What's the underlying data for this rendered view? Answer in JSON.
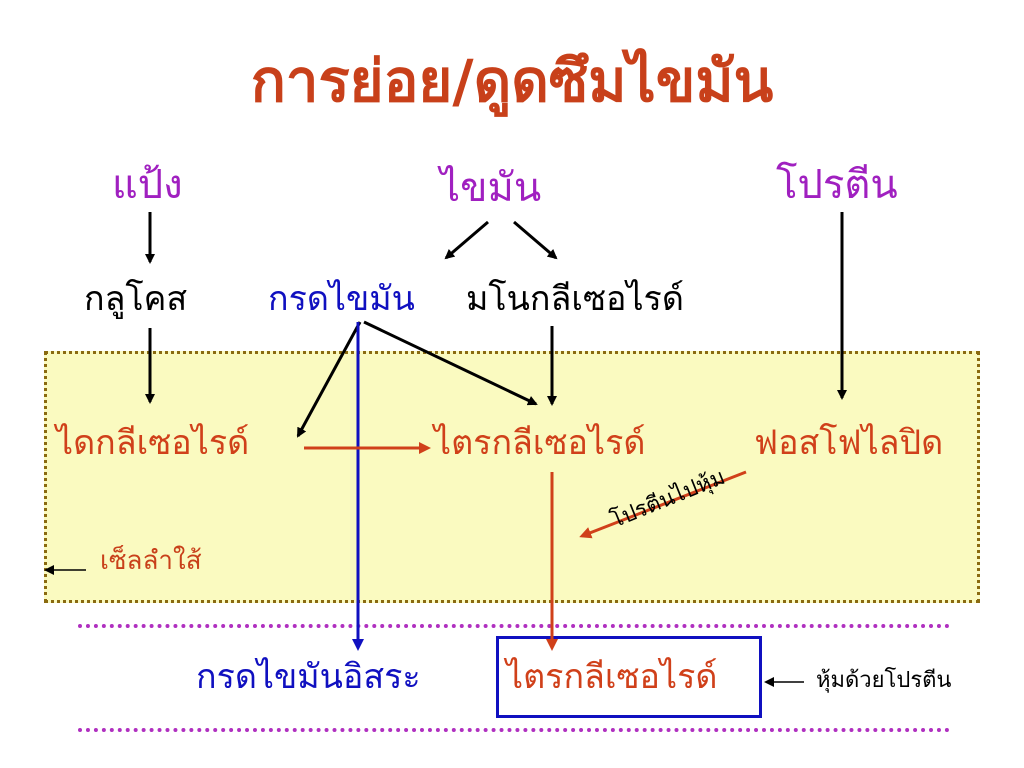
{
  "title": "การย่อย/ดูดซึมไขมัน",
  "sources": {
    "starch": "แป้ง",
    "fat": "ไขมัน",
    "protein": "โปรตีน"
  },
  "digestion_products": {
    "glucose": "กลูโคส",
    "fatty_acid": "กรดไขมัน",
    "monoglyceride": "มโนกลีเซอไรด์"
  },
  "intestinal_cell": {
    "diglyceride": "ไดกลีเซอไรด์",
    "triglyceride": "ไตรกลีเซอไรด์",
    "phospholipid": "ฟอสโฟไลปิด",
    "protein_coat_label": "โปรตีนไปหุ้ม",
    "cell_label": "เซ็ลลำใส้"
  },
  "output": {
    "free_fatty_acid": "กรดไขมันอิสระ",
    "triglyceride": "ไตรกลีเซอไรด์",
    "coat_note": "หุ้มด้วยโปรตีน"
  },
  "colors": {
    "title": "#c8401a",
    "source": "#a020c0",
    "fatty_acid": "#1010c0",
    "cell_products": "#d0401a",
    "cell_area": "#fafac0",
    "cell_border": "#8a6a10",
    "separator": "#b030c0"
  }
}
